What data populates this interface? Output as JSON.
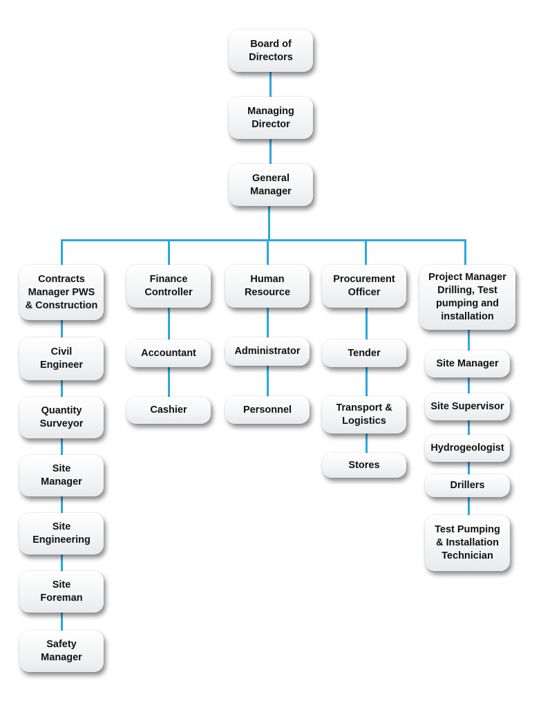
{
  "diagram": {
    "type": "org-chart",
    "connector_color": "#29a8df",
    "node_background": "#f2f3f4",
    "top": [
      {
        "id": "board",
        "label": "Board of\nDirectors"
      },
      {
        "id": "md",
        "label": "Managing\nDirector"
      },
      {
        "id": "gm",
        "label": "General\nManager"
      }
    ],
    "departments": [
      {
        "id": "contracts",
        "head": "Contracts\nManager PWS\n& Construction",
        "staff": [
          "Civil\nEngineer",
          "Quantity\nSurveyor",
          "Site\nManager",
          "Site\nEngineering",
          "Site\nForeman",
          "Safety\nManager"
        ]
      },
      {
        "id": "finance",
        "head": "Finance\nController",
        "staff": [
          "Accountant",
          "Cashier"
        ]
      },
      {
        "id": "hr",
        "head": "Human\nResource",
        "staff": [
          "Administrator",
          "Personnel"
        ]
      },
      {
        "id": "procurement",
        "head": "Procurement\nOfficer",
        "staff": [
          "Tender",
          "Transport &\nLogistics",
          "Stores"
        ]
      },
      {
        "id": "project",
        "head": "Project Manager\nDrilling, Test\npumping and\ninstallation",
        "staff": [
          "Site Manager",
          "Site Supervisor",
          "Hydrogeologist",
          "Drillers",
          "Test Pumping\n& Installation\nTechnician"
        ]
      }
    ]
  }
}
